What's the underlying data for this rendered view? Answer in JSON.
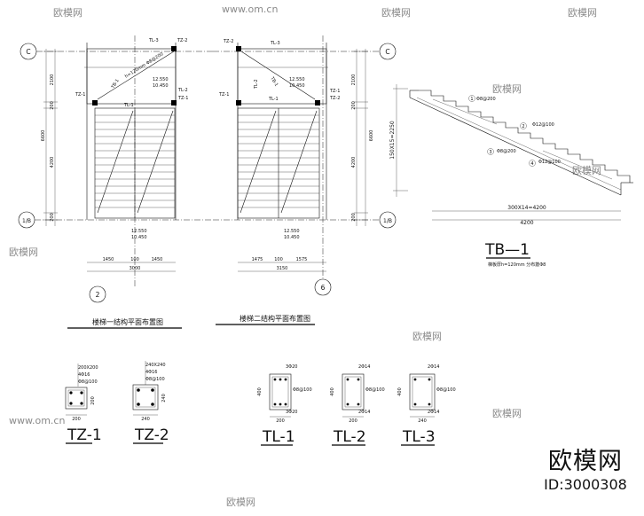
{
  "axes": {
    "c_left": "C",
    "c_right": "C",
    "b_left": "1/B",
    "b_right": "1/B",
    "axis2": "2",
    "axis6": "6"
  },
  "plan1": {
    "title": "楼梯一结构平面布置图",
    "tl_top": "TL-3",
    "tz_top": "TZ-2",
    "tz_left": "TZ-1",
    "tl_mid": "TL-2",
    "tz_mid": "TZ-1",
    "tl_lower": "TL-1",
    "tb_note": "TB-1",
    "slab_note": "h=120mm Φ8@200",
    "dim_2100": "2100",
    "dim_4200": "4200",
    "dim_6600": "6600",
    "dim_200": "200",
    "dim_1450a": "1450",
    "dim_100": "100",
    "dim_1450b": "1450",
    "dim_3000": "3000",
    "elev_a": "12.550",
    "elev_b": "10.450",
    "elev_c": "12.550",
    "elev_d": "10.450"
  },
  "plan2": {
    "title": "楼梯二结构平面布置图",
    "tz_top": "TZ-2",
    "tl_top": "TL-3",
    "tz_left": "TZ-1",
    "tl_mid": "TL-2",
    "tz_right": "TZ-1",
    "tl_lower": "TL-1",
    "tz_right2": "TZ-2",
    "tb_note": "TB-1",
    "dim_2100": "2100",
    "dim_4200": "4200",
    "dim_6600": "6600",
    "dim_200": "200",
    "dim_1475": "1475",
    "dim_100": "100",
    "dim_1575": "1575",
    "dim_3150": "3150",
    "elev_a": "12.550",
    "elev_b": "10.450",
    "elev_c": "12.550",
    "elev_d": "10.450"
  },
  "section": {
    "title": "TB—1",
    "subtitle": "梯板厚h=120mm 分布筋Φ8",
    "vert_dim": "150X15=2250",
    "horiz_dim": "300X14=4200",
    "total_dim": "4200",
    "rebar_1": "Φ8@200",
    "rebar_2": "Φ12@100",
    "rebar_3": "Φ12@100",
    "rebar_4": "Φ8@200",
    "mark_1": "1",
    "mark_2": "2",
    "mark_3": "3",
    "mark_4": "4"
  },
  "columns": [
    {
      "size": "200X200",
      "main": "4Φ16",
      "ties": "Φ8@100",
      "w": "200",
      "h": "200",
      "name": "TZ-1"
    },
    {
      "size": "240X240",
      "main": "4Φ16",
      "ties": "Φ8@100",
      "w": "240",
      "h": "240",
      "name": "TZ-2"
    }
  ],
  "beams": [
    {
      "top": "3Φ20",
      "bottom": "3Φ20",
      "ties": "Φ8@100",
      "w": "200",
      "h": "400",
      "name": "TL-1"
    },
    {
      "top": "2Φ14",
      "bottom": "2Φ14",
      "ties": "Φ8@100",
      "w": "200",
      "h": "400",
      "name": "TL-2"
    },
    {
      "top": "2Φ14",
      "bottom": "2Φ14",
      "ties": "Φ8@100",
      "w": "240",
      "h": "400",
      "name": "TL-3"
    }
  ],
  "brand": {
    "name": "欧模网",
    "id": "ID:3000308"
  },
  "watermarks": [
    "欧模网",
    "www.om.cn"
  ]
}
